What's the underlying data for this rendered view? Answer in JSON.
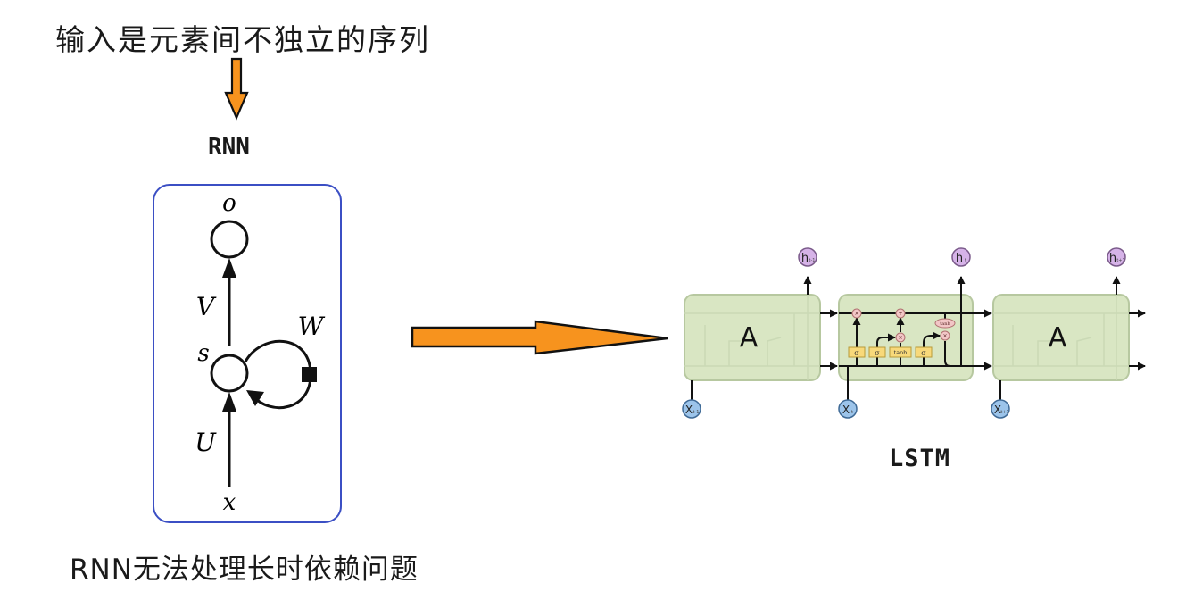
{
  "header": {
    "title": "输入是元素间不独立的序列"
  },
  "rnn": {
    "label": "RNN",
    "nodes": {
      "output": "o",
      "state": "s",
      "input": "x"
    },
    "weights": {
      "input_to_state": "U",
      "state_to_output": "V",
      "recurrent": "W"
    }
  },
  "lstm": {
    "label": "LSTM",
    "cells": [
      {
        "name": "A",
        "input": "X",
        "input_sub": "t-1",
        "output": "h",
        "output_sub": "t-1"
      },
      {
        "name": "",
        "input": "X",
        "input_sub": "t",
        "output": "h",
        "output_sub": "t"
      },
      {
        "name": "A",
        "input": "X",
        "input_sub": "t+1",
        "output": "h",
        "output_sub": "t+1"
      }
    ],
    "gates": [
      "σ",
      "σ",
      "tanh",
      "σ"
    ],
    "pointwise": [
      "×",
      "+",
      "×",
      "×",
      "tanh"
    ]
  },
  "footer": {
    "caption": "RNN无法处理长时依赖问题"
  },
  "colors": {
    "arrow_fill": "#f7931e",
    "rnn_frame": "#3b4fc4",
    "cell_fill": "#d9e6c3",
    "cell_stroke": "#b9c9a2",
    "gate_fill": "#f8d97a",
    "op_fill": "#f2c6c6",
    "input_node": "#9cc4ea",
    "output_node": "#d6b3e8"
  }
}
